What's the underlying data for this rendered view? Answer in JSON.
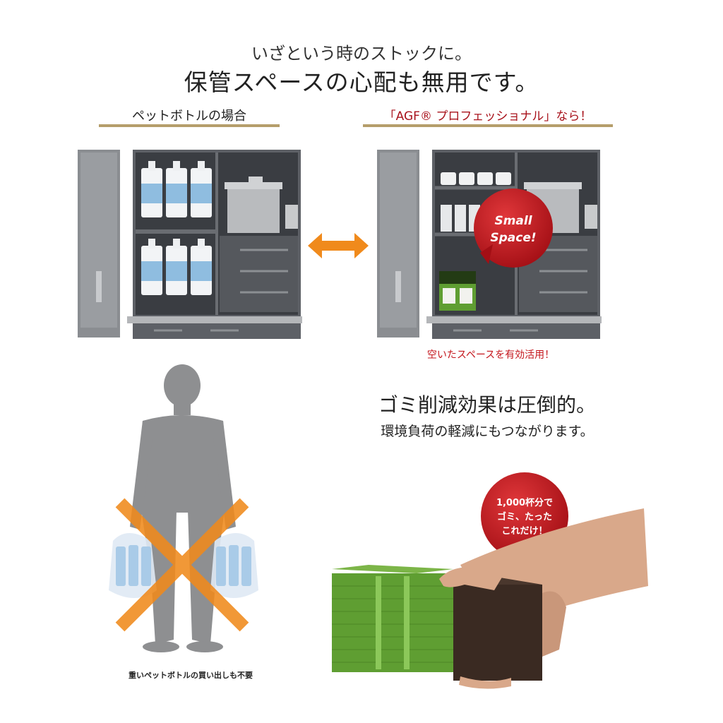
{
  "headline": {
    "line1": "いざという時のストックに。",
    "line2": "保管スペースの心配も無用です。"
  },
  "comparison": {
    "left_caption": "ペットボトルの場合",
    "right_caption": "「AGF® プロフェッショナル」なら！",
    "badge_line1": "Small",
    "badge_line2": "Space!",
    "right_subcaption": "空いたスペースを有効活用！"
  },
  "waste": {
    "headline": "ゴミ削減効果は圧倒的。",
    "subline": "環境負荷の軽減にもつながります。",
    "badge_line1": "1,000杯分で",
    "badge_line2": "ゴミ、たった",
    "badge_line3": "これだけ！",
    "person_caption": "重いペットボトルの買い出しも不要"
  },
  "colors": {
    "accent_red": "#c4161c",
    "arrow_orange": "#f08a1c",
    "underline_gold": "#b59e6b",
    "box_green": "#5f9e32",
    "box_dark": "#3a2a22"
  }
}
